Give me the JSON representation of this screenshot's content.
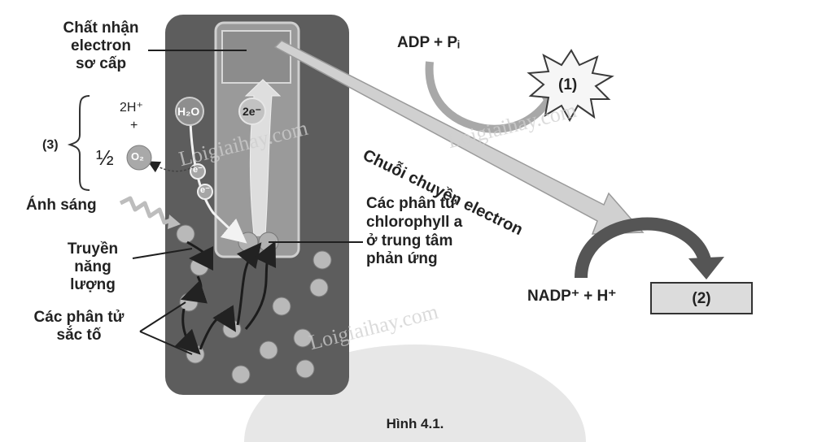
{
  "labels": {
    "primary_acceptor_1": "Chất nhận",
    "primary_acceptor_2": "electron",
    "primary_acceptor_3": "sơ cấp",
    "marker_3": "(3)",
    "h_plus": "2H⁺",
    "plus": "+",
    "half": "½",
    "o2": "O₂",
    "h2o": "H₂O",
    "two_e": "2e⁻",
    "e1": "e⁻",
    "e2": "e⁻",
    "light": "Ánh sáng",
    "transfer_1": "Truyền",
    "transfer_2": "năng lượng",
    "pigments_1": "Các phân tử",
    "pigments_2": "sắc tố",
    "chlorophyll_1": "Các phân tử",
    "chlorophyll_2": "chlorophyll a",
    "chlorophyll_3": "ở trung tâm",
    "chlorophyll_4": "phản ứng",
    "adp": "ADP + Pᵢ",
    "marker_1": "(1)",
    "etc": "Chuỗi chuyền electron",
    "nadp": "NADP⁺ + H⁺",
    "marker_2": "(2)",
    "caption": "Hình 4.1."
  },
  "watermark": "Loigiaihay.com",
  "colors": {
    "panel": "#5d5d5d",
    "inner": "#9a9a9a",
    "circle": "#b9b9b9",
    "arrow_band": "#c6c6c6",
    "box": "#dcdcdc",
    "dark": "#2f2f2f"
  }
}
